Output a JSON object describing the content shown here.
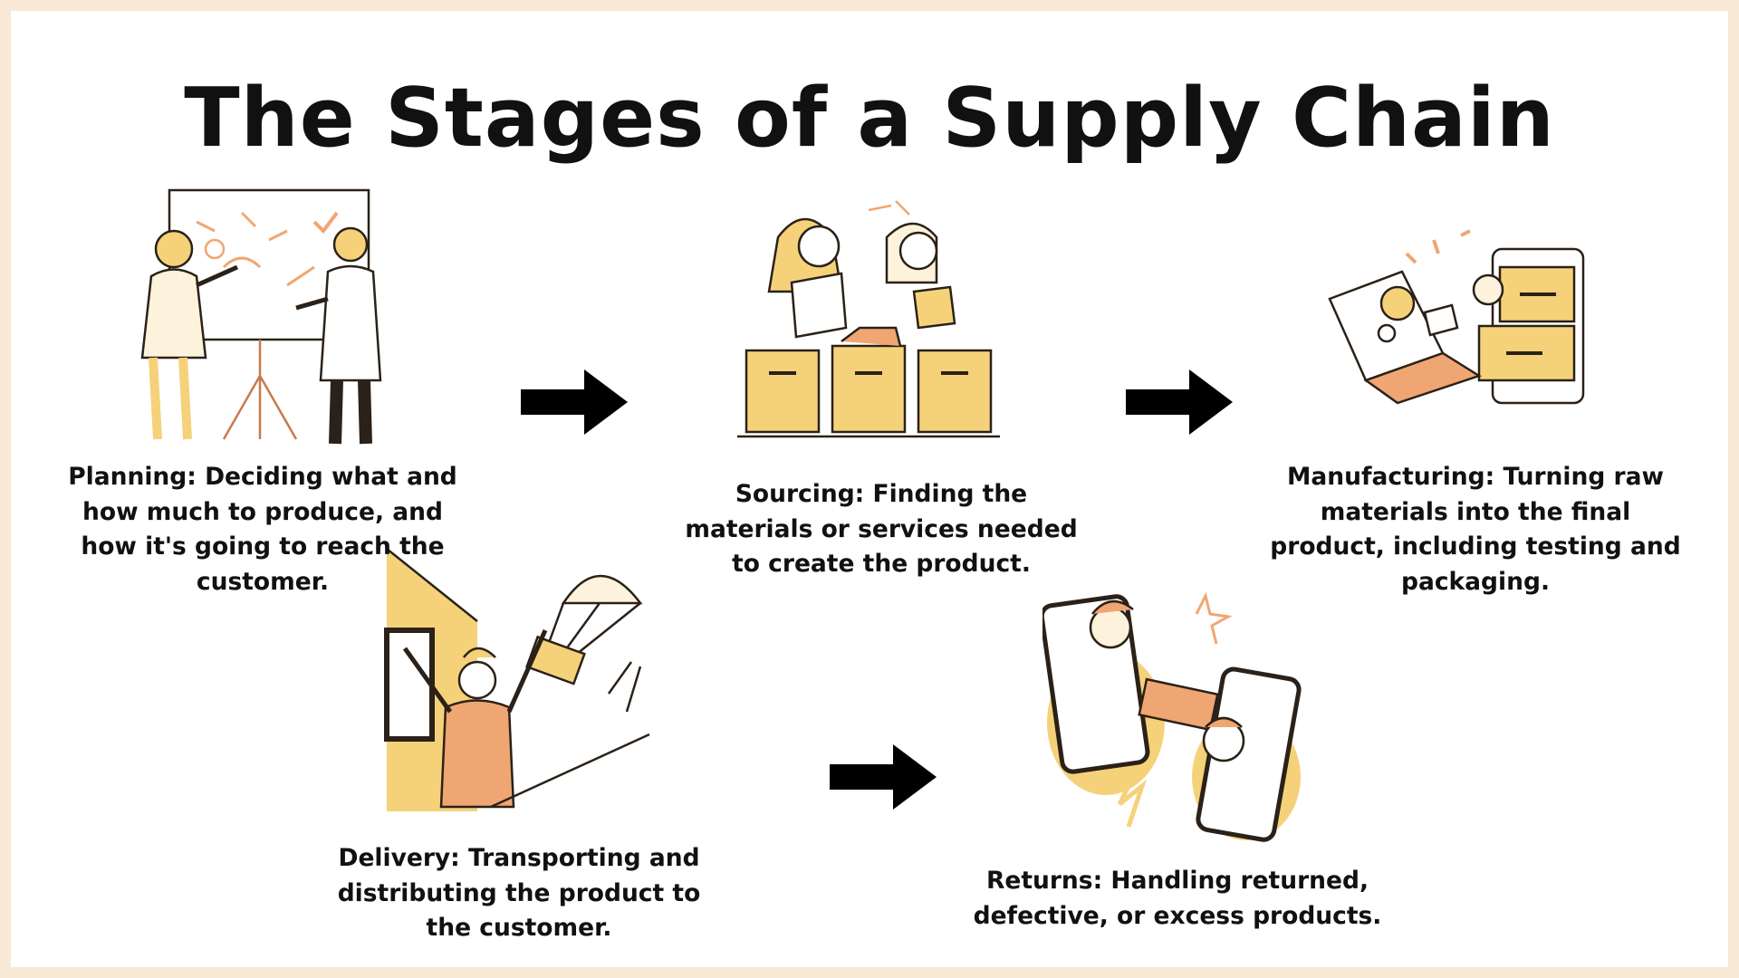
{
  "title": "The Stages of a Supply Chain",
  "stages": [
    {
      "name": "Planning",
      "caption": [
        "Planning: Deciding what and",
        "how much to produce, and",
        "how it's going to reach the",
        "customer."
      ]
    },
    {
      "name": "Sourcing",
      "caption": [
        "Sourcing: Finding the",
        "materials or services needed",
        "to create the product."
      ]
    },
    {
      "name": "Manufacturing",
      "caption": [
        "Manufacturing: Turning raw",
        "materials into the final",
        "product, including testing and",
        "packaging."
      ]
    },
    {
      "name": "Delivery",
      "caption": [
        "Delivery: Transporting and",
        "distributing the product to",
        "the customer."
      ]
    },
    {
      "name": "Returns",
      "caption": [
        "Returns: Handling returned,",
        "defective, or excess products."
      ]
    }
  ],
  "colors": {
    "border": "#f8e9d6",
    "accent_yellow": "#f5d27a",
    "accent_orange": "#f0a672",
    "arrow": "#000000"
  }
}
